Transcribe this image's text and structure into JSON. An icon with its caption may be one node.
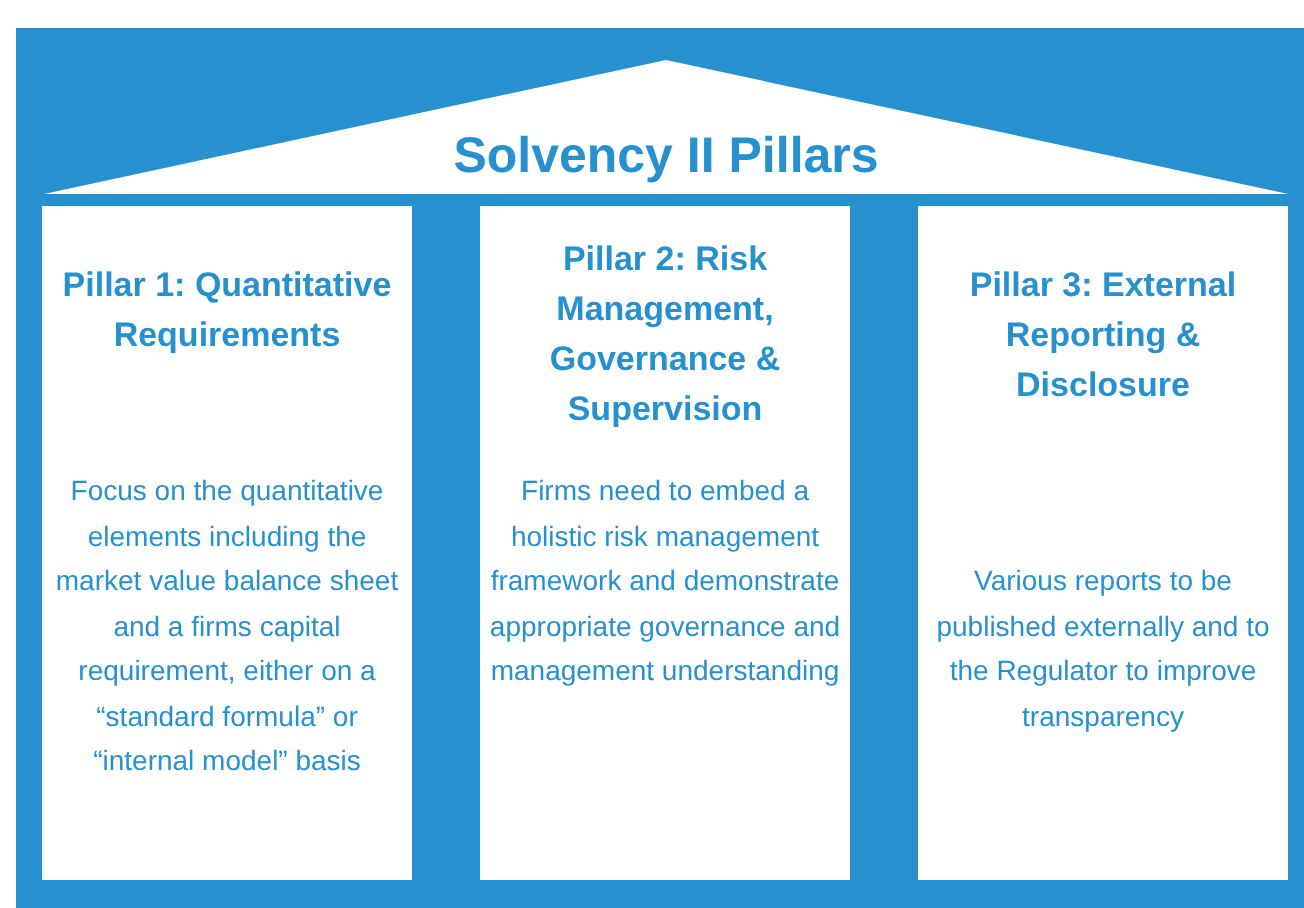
{
  "diagram": {
    "title": "Solvency II Pillars",
    "nodes": [
      {
        "text": [
          "Pillar 1: Quantitative Requirements",
          "Focus on the quantitative elements including the market value balance sheet and a firms capital requirement, either on a “standard formula” or “internal model” basis"
        ]
      },
      {
        "text": [
          "Pillar 2: Risk Management, Governance & Supervision",
          "Firms need to embed a holistic risk management framework and demonstrate appropriate governance and management understanding"
        ]
      },
      {
        "text": [
          "Pillar 3: External Reporting & Disclosure",
          "Various reports to be published externally and to the Regulator to improve transparency"
        ]
      }
    ]
  }
}
